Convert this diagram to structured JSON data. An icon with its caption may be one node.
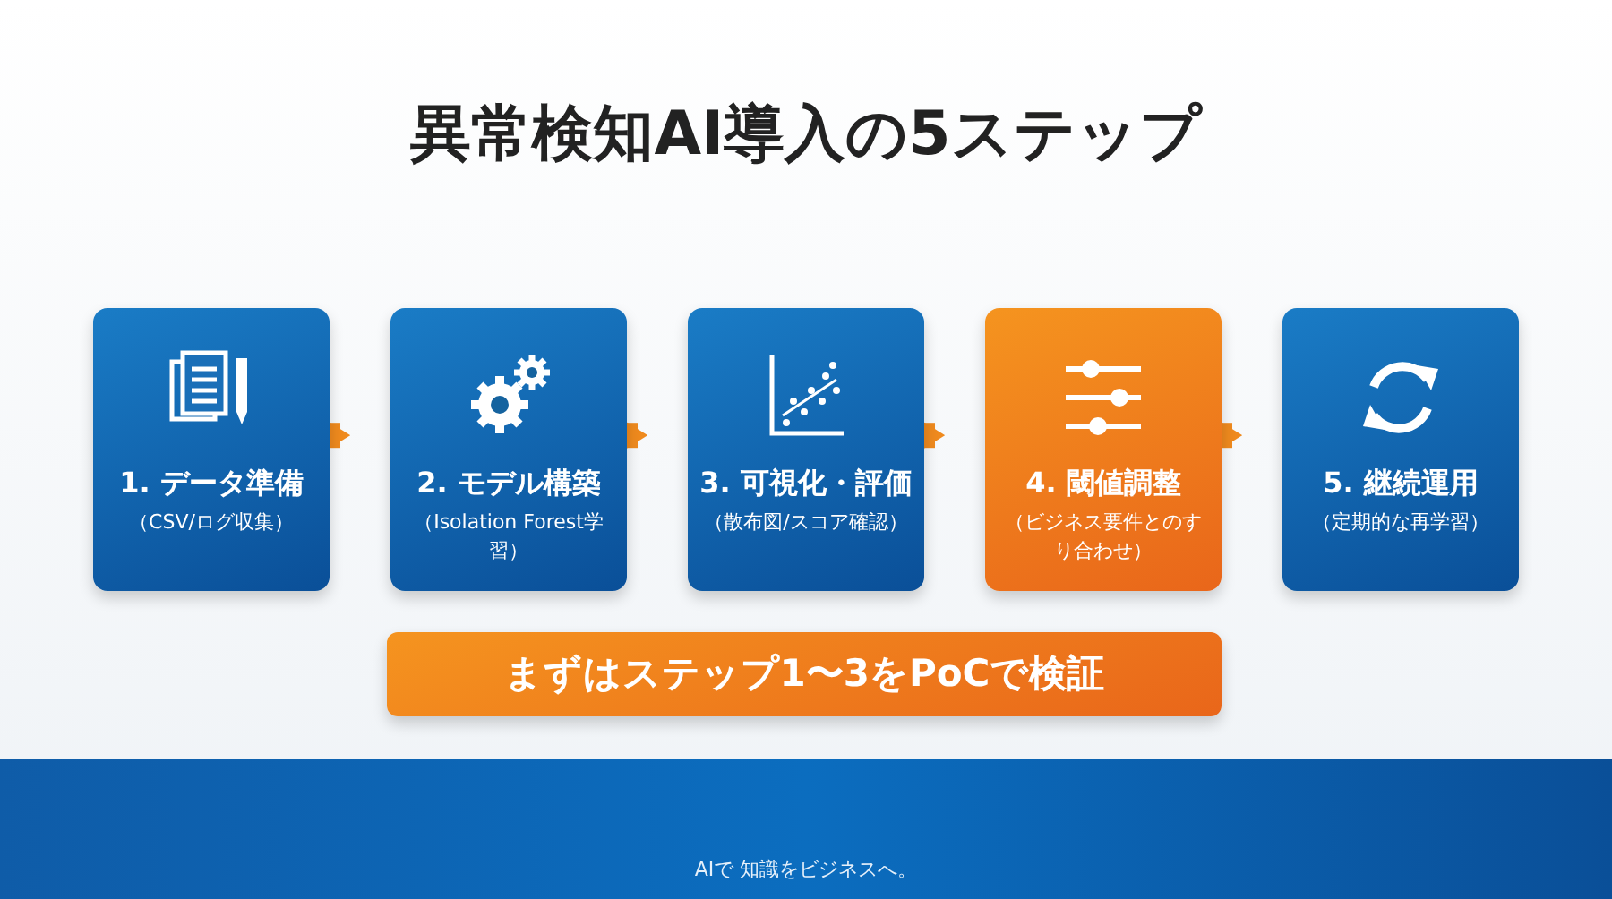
{
  "diagram": {
    "title": "異常検知AI導入の5ステップ",
    "nodes": [
      {
        "text": [
          "1. データ準備",
          "（CSV/ログ収集）"
        ]
      },
      {
        "text": [
          "2. モデル構築",
          "（Isolation Forest学習）"
        ]
      },
      {
        "text": [
          "3. 可視化・評価",
          "（散布図/スコア確認）"
        ]
      },
      {
        "text": [
          "4. 閾値調整",
          "（ビジネス要件とのすり合わせ）"
        ]
      },
      {
        "text": [
          "5. 継続運用",
          "（定期的な再学習）"
        ]
      },
      {
        "text": [
          "まずはステップ1〜3をPoCで検証"
        ]
      }
    ],
    "edges": [
      {
        "from": 0,
        "to": 1,
        "arrow": "to"
      },
      {
        "from": 1,
        "to": 2,
        "arrow": "to"
      },
      {
        "from": 2,
        "to": 3,
        "arrow": "to"
      },
      {
        "from": 3,
        "to": 4,
        "arrow": "to"
      }
    ],
    "labels": [
      "AIで 知識をビジネスへ。"
    ]
  }
}
